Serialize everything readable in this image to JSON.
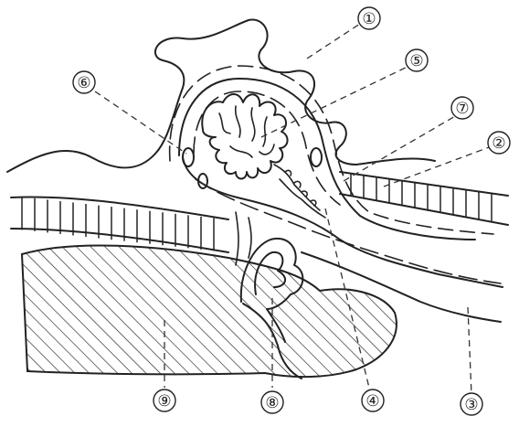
{
  "callouts": [
    {
      "id": "c1",
      "label": "①"
    },
    {
      "id": "c2",
      "label": "②"
    },
    {
      "id": "c3",
      "label": "③"
    },
    {
      "id": "c4",
      "label": "④"
    },
    {
      "id": "c5",
      "label": "⑤"
    },
    {
      "id": "c6",
      "label": "⑥"
    },
    {
      "id": "c7",
      "label": "⑦"
    },
    {
      "id": "c8",
      "label": "⑧"
    },
    {
      "id": "c9",
      "label": "⑨"
    }
  ],
  "colors": {
    "ink": "#222222",
    "background": "#ffffff"
  }
}
